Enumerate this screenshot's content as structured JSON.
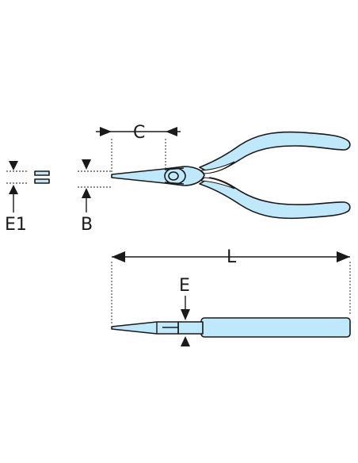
{
  "labels": {
    "c": "C",
    "e1": "E1",
    "b": "B",
    "l": "L",
    "e": "E"
  },
  "colors": {
    "tool_fill": "#bfe9fb",
    "outline": "#1a1a1a",
    "background": "#ffffff"
  }
}
